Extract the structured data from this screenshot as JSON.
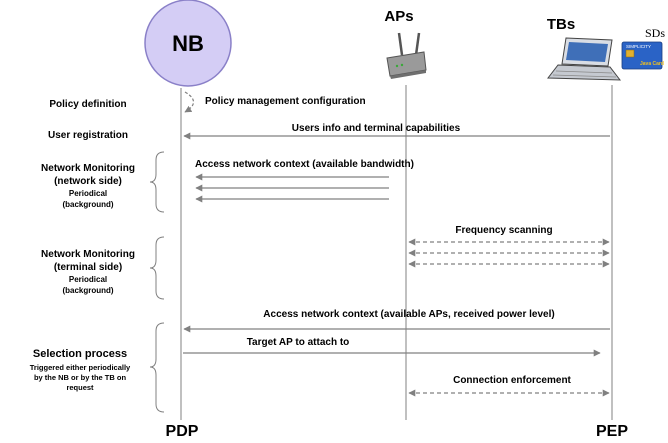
{
  "actors": {
    "nb": "NB",
    "aps": "APs",
    "tbs": "TBs",
    "sds": "SDs"
  },
  "device_labels": {
    "smartcard_top": "SIMPLICITY",
    "smartcard_bottom": "Java Card"
  },
  "roles": {
    "pdp": "PDP",
    "pep": "PEP"
  },
  "phases": {
    "policy_definition": "Policy definition",
    "user_registration": "User registration",
    "nm_network_line1": "Network Monitoring",
    "nm_network_line2": "(network side)",
    "nm_network_sub1": "Periodical",
    "nm_network_sub2": "(background)",
    "nm_terminal_line1": "Network Monitoring",
    "nm_terminal_line2": "(terminal side)",
    "nm_terminal_sub1": "Periodical",
    "nm_terminal_sub2": "(background)",
    "selection": "Selection process",
    "selection_sub1": "Triggered either periodically",
    "selection_sub2": "by the NB or by the TB on",
    "selection_sub3": "request"
  },
  "messages": {
    "policy_mgmt": "Policy management configuration",
    "users_info": "Users info and terminal capabilities",
    "access_bw": "Access network context (available bandwidth)",
    "freq_scan": "Frequency scanning",
    "access_aps": "Access network context (available APs, received power level)",
    "target_ap": "Target AP to attach to",
    "conn_enf": "Connection enforcement"
  },
  "colors": {
    "nb_fill": "#d4cdf5",
    "nb_stroke": "#8a80c8",
    "line": "#808080"
  }
}
